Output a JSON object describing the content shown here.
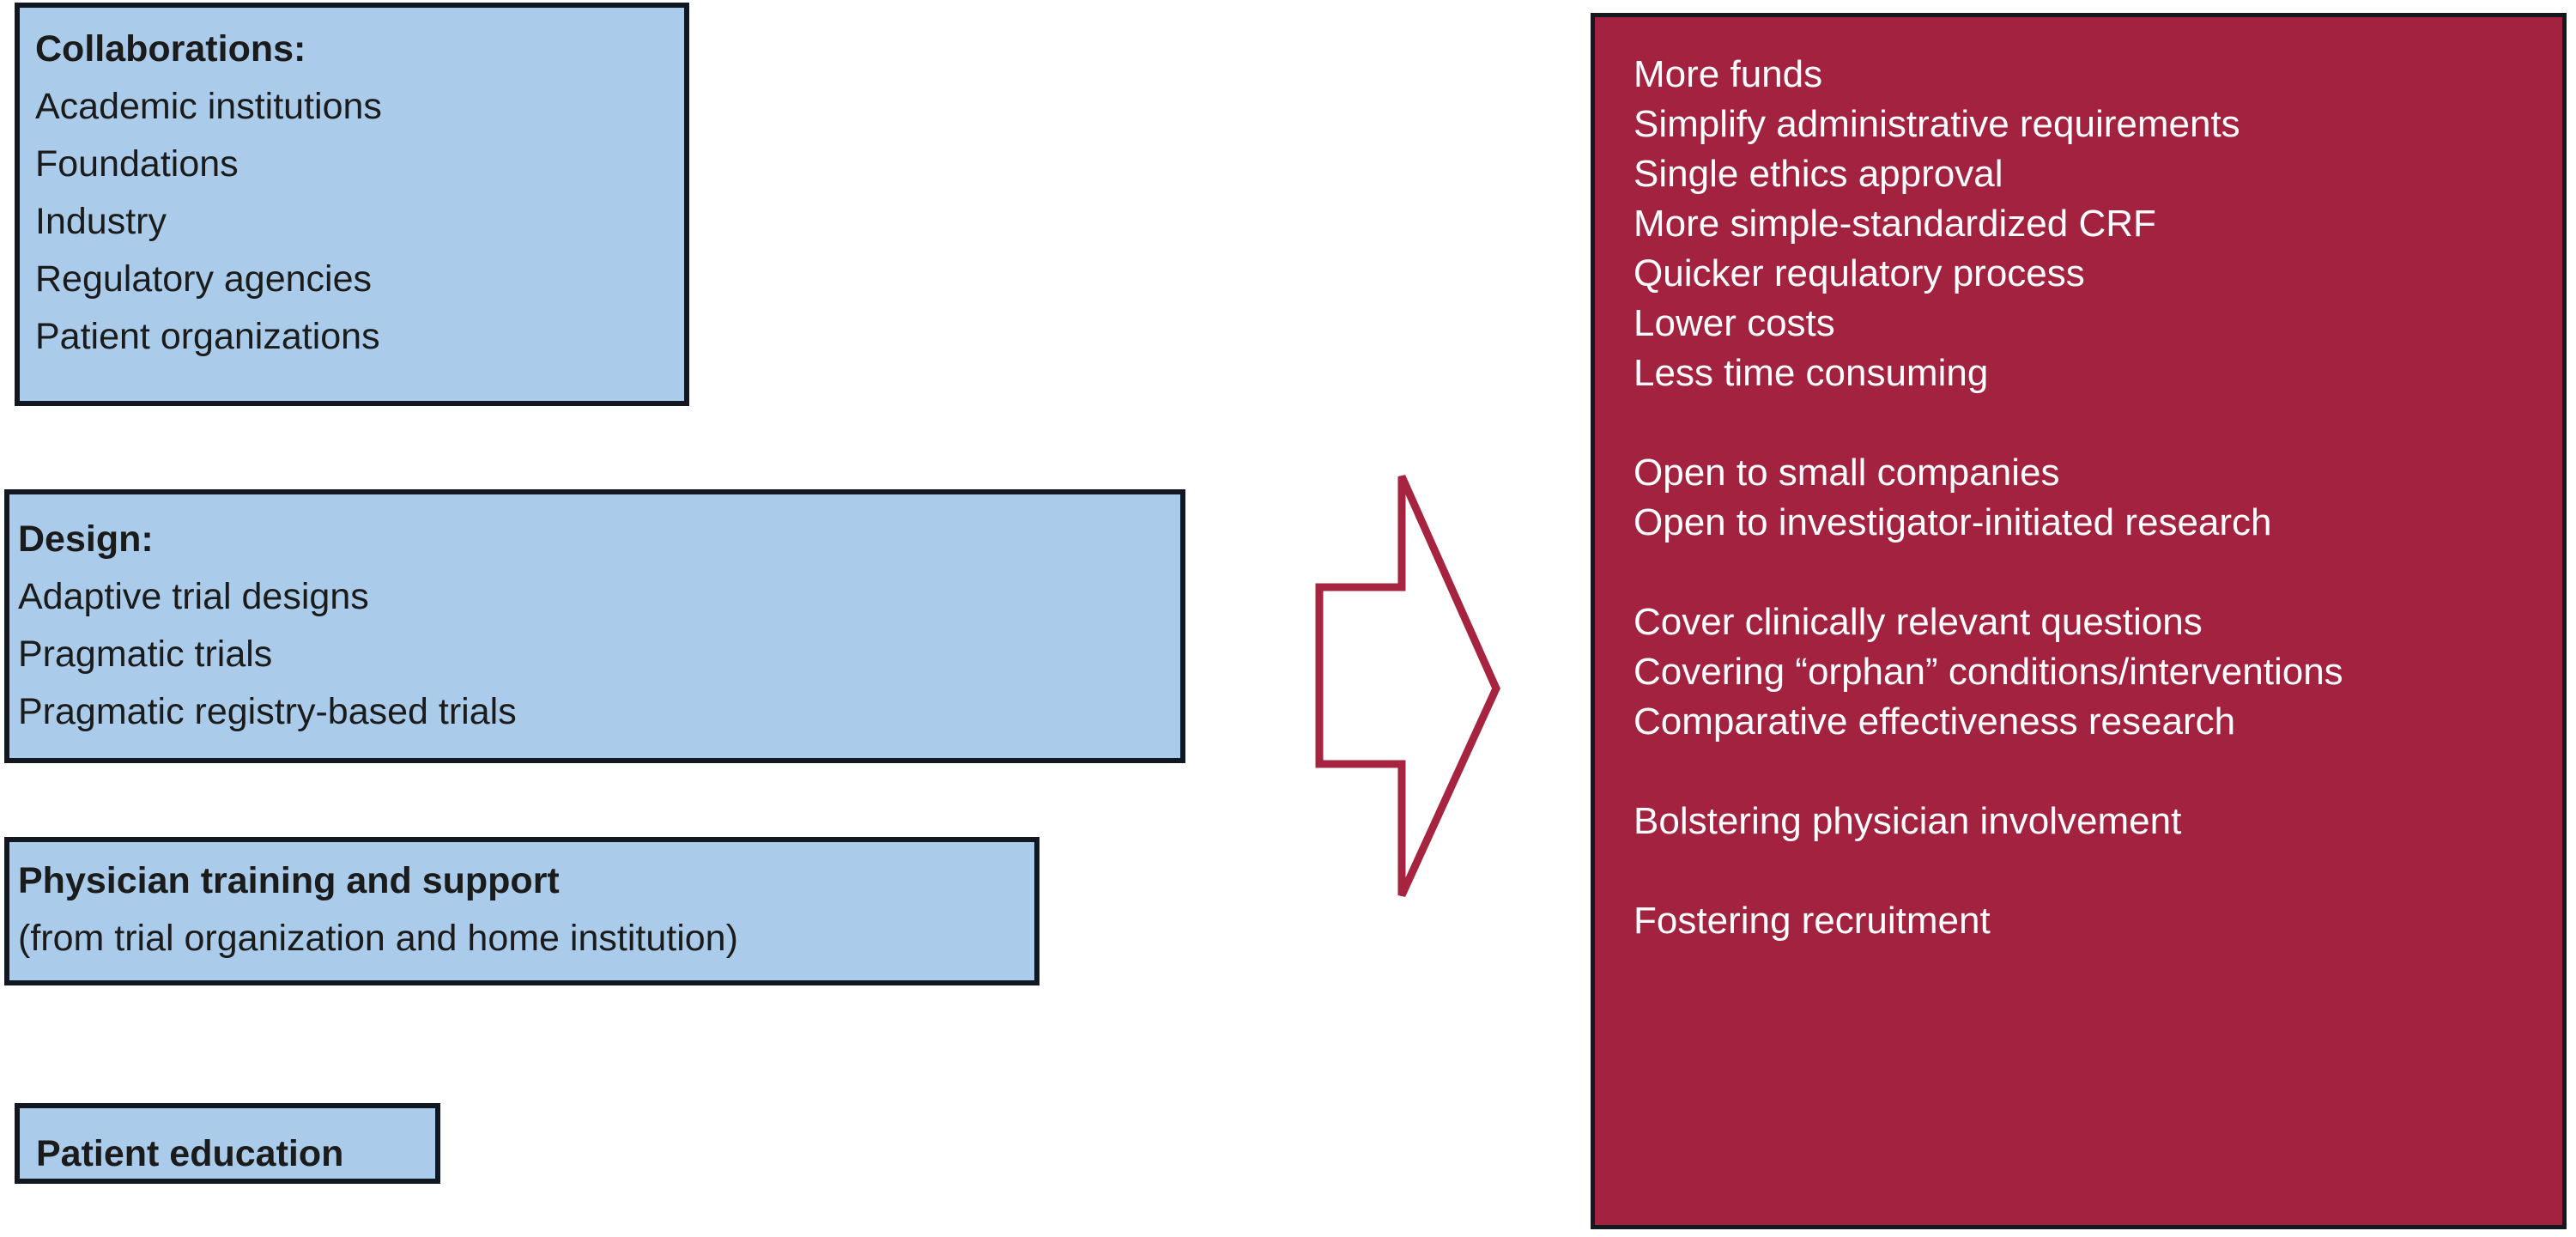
{
  "colors": {
    "blue_box_fill": "#aaccea",
    "blue_box_border": "#111821",
    "red_panel_fill": "#a22240",
    "red_panel_border": "#14181f",
    "arrow_stroke": "#a6243f",
    "blue_box_text": "#1b1b1b",
    "red_panel_text": "#ffffff",
    "page_background": "#ffffff"
  },
  "left_column": {
    "boxes": [
      {
        "name": "collaborations",
        "heading": "Collaborations:",
        "items": [
          "Academic institutions",
          "Foundations",
          "Industry",
          "Regulatory agencies",
          "Patient organizations"
        ]
      },
      {
        "name": "design",
        "heading": "Design:",
        "items": [
          "Adaptive trial designs",
          "Pragmatic trials",
          "Pragmatic registry-based trials"
        ]
      },
      {
        "name": "physician-training",
        "heading": "Physician training and support",
        "items": [
          "(from trial organization and home institution)"
        ]
      },
      {
        "name": "patient-education",
        "heading": "Patient education",
        "items": []
      }
    ]
  },
  "arrow": {
    "icon": "right-arrow-outline-icon",
    "direction": "right"
  },
  "right_panel": {
    "groups": [
      {
        "lines": [
          "More funds",
          "Simplify administrative requirements",
          "Single ethics approval",
          "More simple-standardized CRF",
          "Quicker requlatory process",
          "Lower costs",
          "Less time consuming"
        ]
      },
      {
        "lines": [
          "Open to small companies",
          "Open to investigator-initiated research"
        ]
      },
      {
        "lines": [
          "Cover clinically relevant questions",
          "Covering “orphan” conditions/interventions",
          "Comparative effectiveness research"
        ]
      },
      {
        "lines": [
          "Bolstering physician involvement"
        ]
      },
      {
        "lines": [
          "Fostering recruitment"
        ]
      }
    ]
  }
}
